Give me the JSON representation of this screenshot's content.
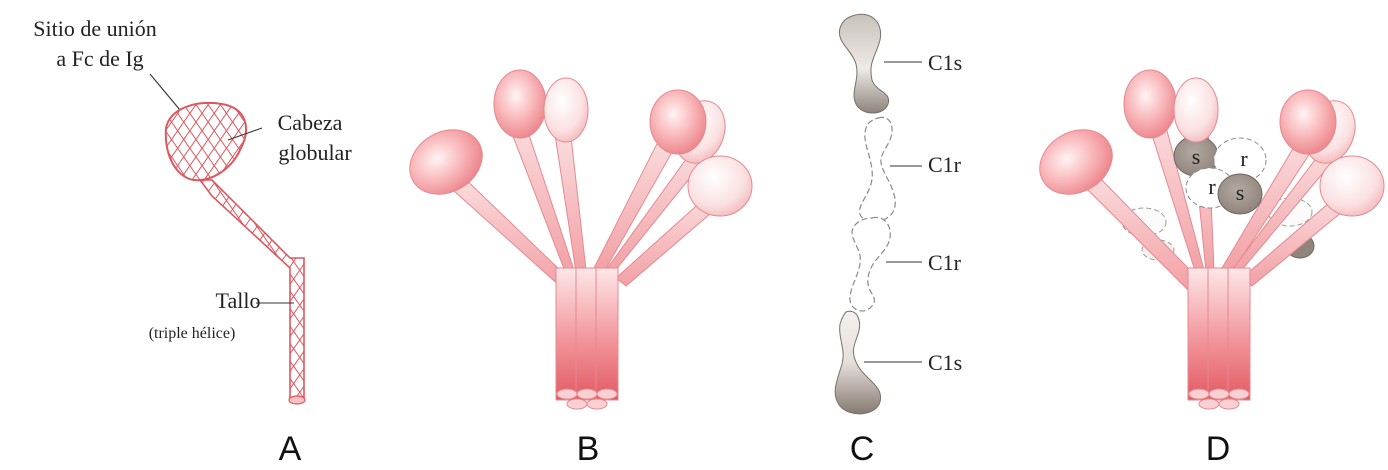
{
  "panels": {
    "a": {
      "letter": "A",
      "binding_site_line1": "Sitio de unión",
      "binding_site_line2": "a Fc de Ig",
      "head_line1": "Cabeza",
      "head_line2": "globular",
      "stalk_line1": "Tallo",
      "stalk_line2": "(triple hélice)"
    },
    "b": {
      "letter": "B"
    },
    "c": {
      "letter": "C",
      "labels": [
        "C1s",
        "C1r",
        "C1r",
        "C1s"
      ]
    },
    "d": {
      "letter": "D",
      "subunit_labels": [
        "s",
        "r",
        "r",
        "s"
      ]
    }
  },
  "colors": {
    "stalk": "#e8737a",
    "head": "#f08a90",
    "c1s": "#8f857d",
    "c1r": "#ffffff",
    "mesh": "#e0565e"
  }
}
